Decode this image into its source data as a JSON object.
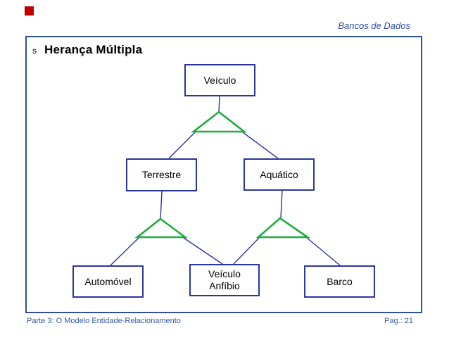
{
  "header": {
    "course_title": "Bancos de Dados"
  },
  "slide": {
    "bullet": "s",
    "title": "Herança Múltipla"
  },
  "diagram": {
    "type": "er-inheritance-diagram",
    "isa_symbol": "triangle",
    "entities": {
      "veiculo": {
        "label": "Veículo"
      },
      "terrestre": {
        "label": "Terrestre"
      },
      "aquatico": {
        "label": "Aquático"
      },
      "automovel": {
        "label": "Automóvel"
      },
      "veiculo_anfibio": {
        "label": "Veículo Anfíbio"
      },
      "barco": {
        "label": "Barco"
      }
    },
    "relationships": [
      "Veículo isa-> Terrestre",
      "Veículo isa-> Aquático",
      "Terrestre isa-> Automóvel",
      "Terrestre isa-> Veículo Anfíbio",
      "Aquático isa-> Veículo Anfíbio",
      "Aquático isa-> Barco"
    ]
  },
  "footer": {
    "left": "Parte 3: O Modelo Entidade-Relacionamento",
    "right": "Pag.: 21"
  },
  "colors": {
    "accent_text": "#2E4FA5",
    "slide_border": "#2F5190",
    "entity_border": "#2B35A0",
    "connector": "#2B35A0",
    "isa_triangle": "#1CAD3C",
    "brand_red": "#C00000",
    "footer_text": "#3558A8",
    "title_text": "#000000",
    "entity_text": "#000000"
  }
}
